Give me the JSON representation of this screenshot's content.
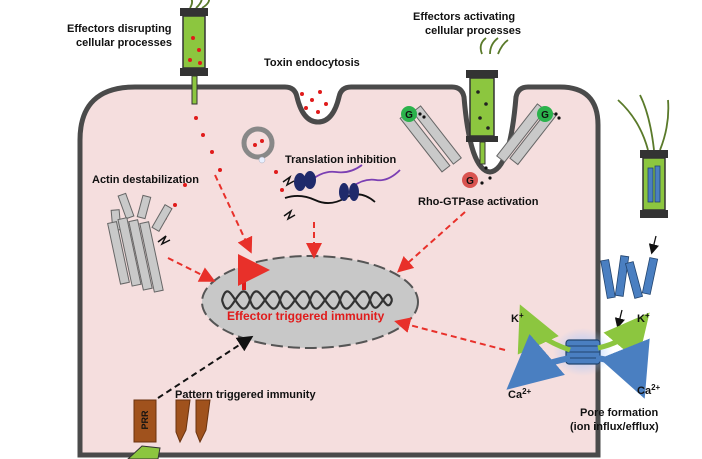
{
  "labels": {
    "effectors_disrupting_1": "Effectors disrupting",
    "effectors_disrupting_2": "cellular processes",
    "effectors_activating_1": "Effectors activating",
    "effectors_activating_2": "cellular processes",
    "toxin_endocytosis": "Toxin endocytosis",
    "actin_destabilization": "Actin destabilization",
    "translation_inhibition": "Translation inhibition",
    "rho_gtpase_activation": "Rho-GTPase activation",
    "effector_triggered_immunity": "Effector triggered immunity",
    "pattern_triggered_immunity": "Pattern triggered immunity",
    "pore_formation_1": "Pore formation",
    "pore_formation_2": "(ion influx/efflux)",
    "k_plus": "K",
    "k_plus_sup": "+",
    "ca": "Ca",
    "ca_sup": "2+",
    "prr": "PRR",
    "g": "G"
  },
  "colors": {
    "cell_fill": "#f5dede",
    "cell_stroke": "#4a4a4a",
    "nucleus_fill": "#c8c8c8",
    "arrow_red": "#e8302a",
    "syringe_green": "#8cc63f",
    "pore_blue": "#4a7fc1",
    "g_green": "#2bb24c",
    "g_red": "#d9534f",
    "receptor_brown": "#a0521d",
    "ribosome_navy": "#1f2a6b",
    "mrna_purple": "#7b3fb3"
  }
}
